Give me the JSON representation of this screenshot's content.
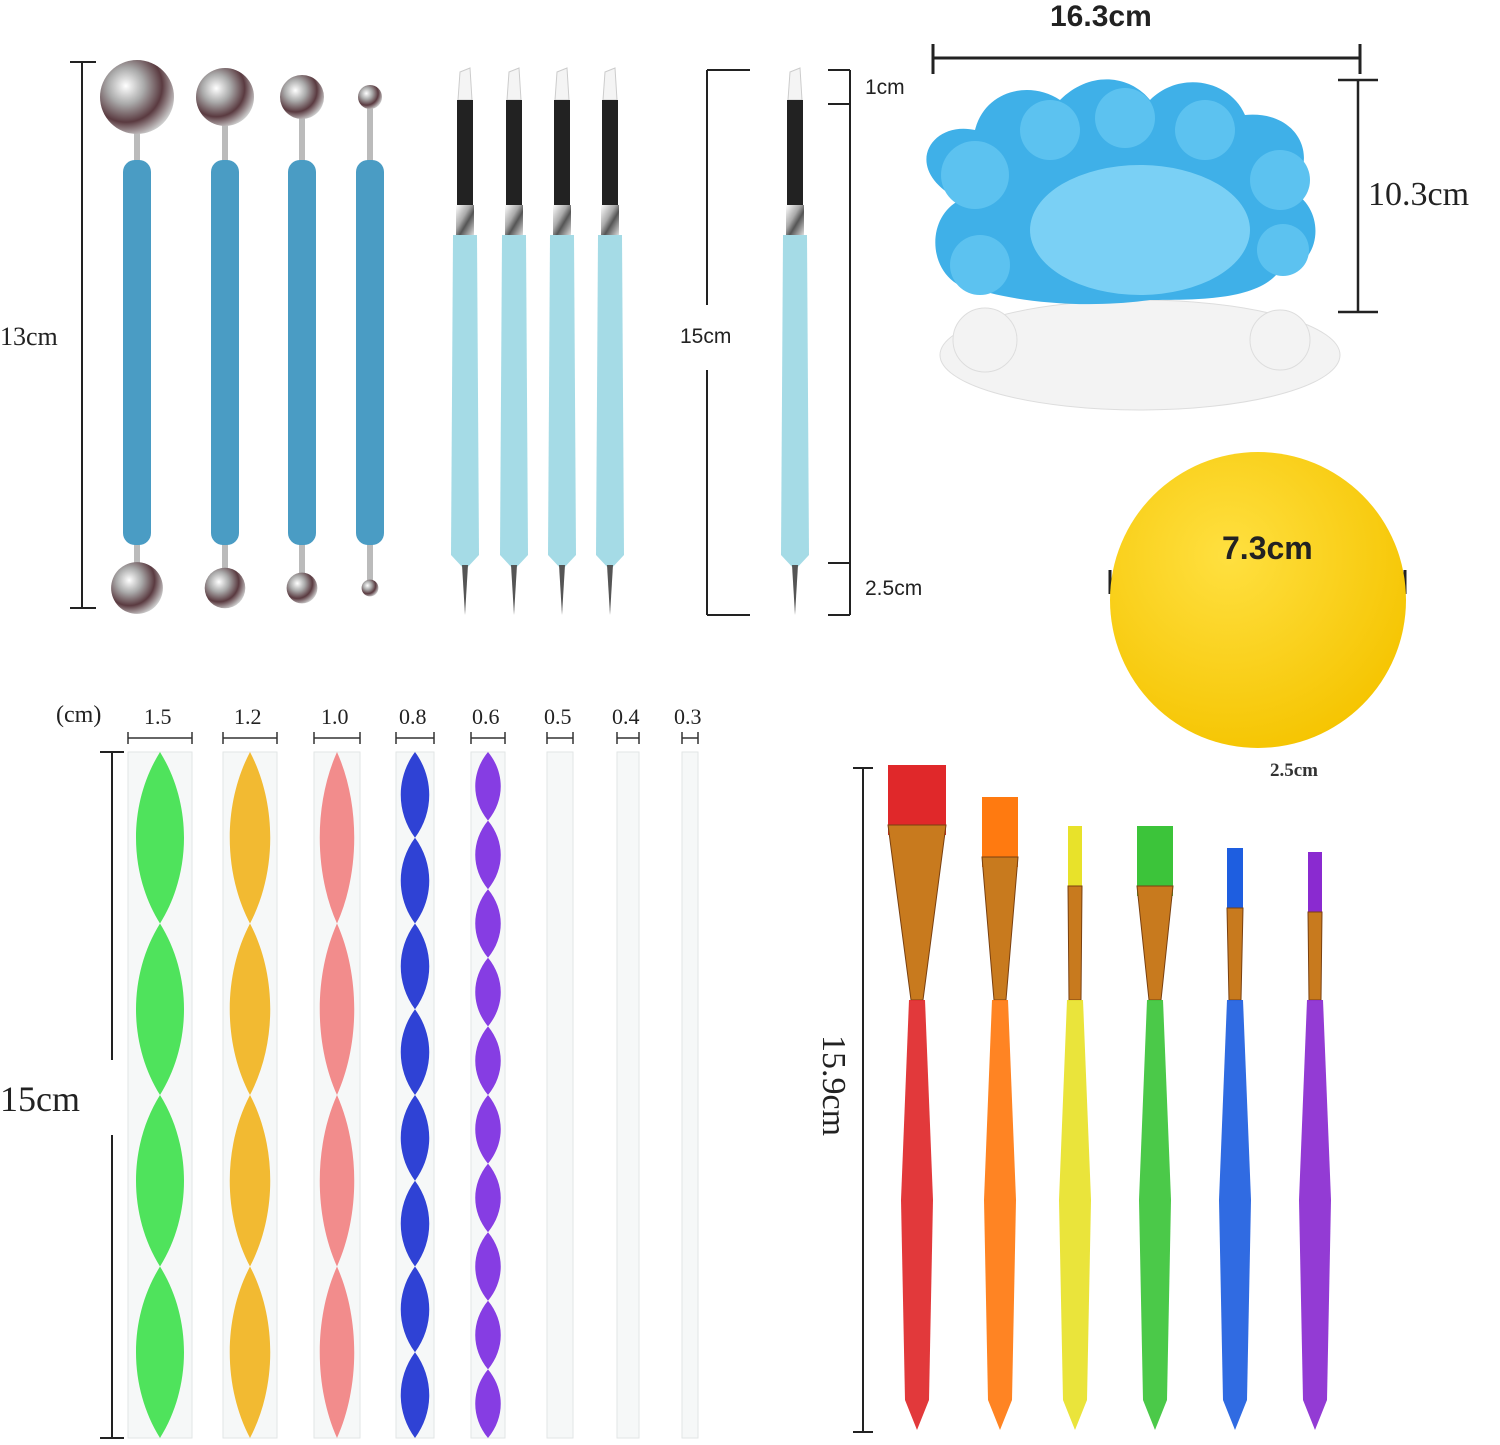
{
  "ball_tools": {
    "length_label": "13cm"
  },
  "silicone_tools": {
    "length_label": "15cm",
    "tip_label": "1cm",
    "needle_label": "2.5cm"
  },
  "palette": {
    "width_label": "16.3cm",
    "height_label": "10.3cm",
    "color": "#3fb0e8"
  },
  "sponge": {
    "diameter_label": "7.3cm",
    "thickness_label": "2.5cm",
    "color": "#ffd21a"
  },
  "rods": {
    "unit_label": "(cm)",
    "length_label": "15cm",
    "diameters": [
      "1.5",
      "1.2",
      "1.0",
      "0.8",
      "0.6",
      "0.5",
      "0.4",
      "0.3"
    ]
  },
  "brushes": {
    "length_label": "15.9cm",
    "colors": [
      "#e0282a",
      "#ff7a10",
      "#e8e22a",
      "#3cc43a",
      "#1e5ee0",
      "#8a2ad0"
    ]
  }
}
